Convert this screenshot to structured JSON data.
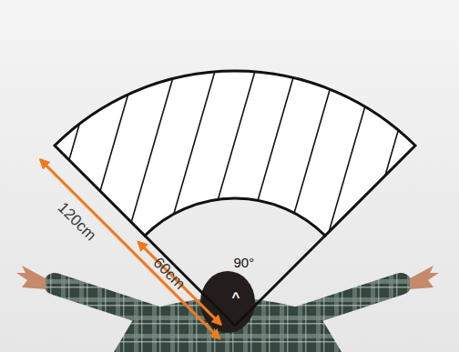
{
  "diagram": {
    "labels": [
      "120cm",
      "60cm",
      "90°",
      "^"
    ]
  }
}
